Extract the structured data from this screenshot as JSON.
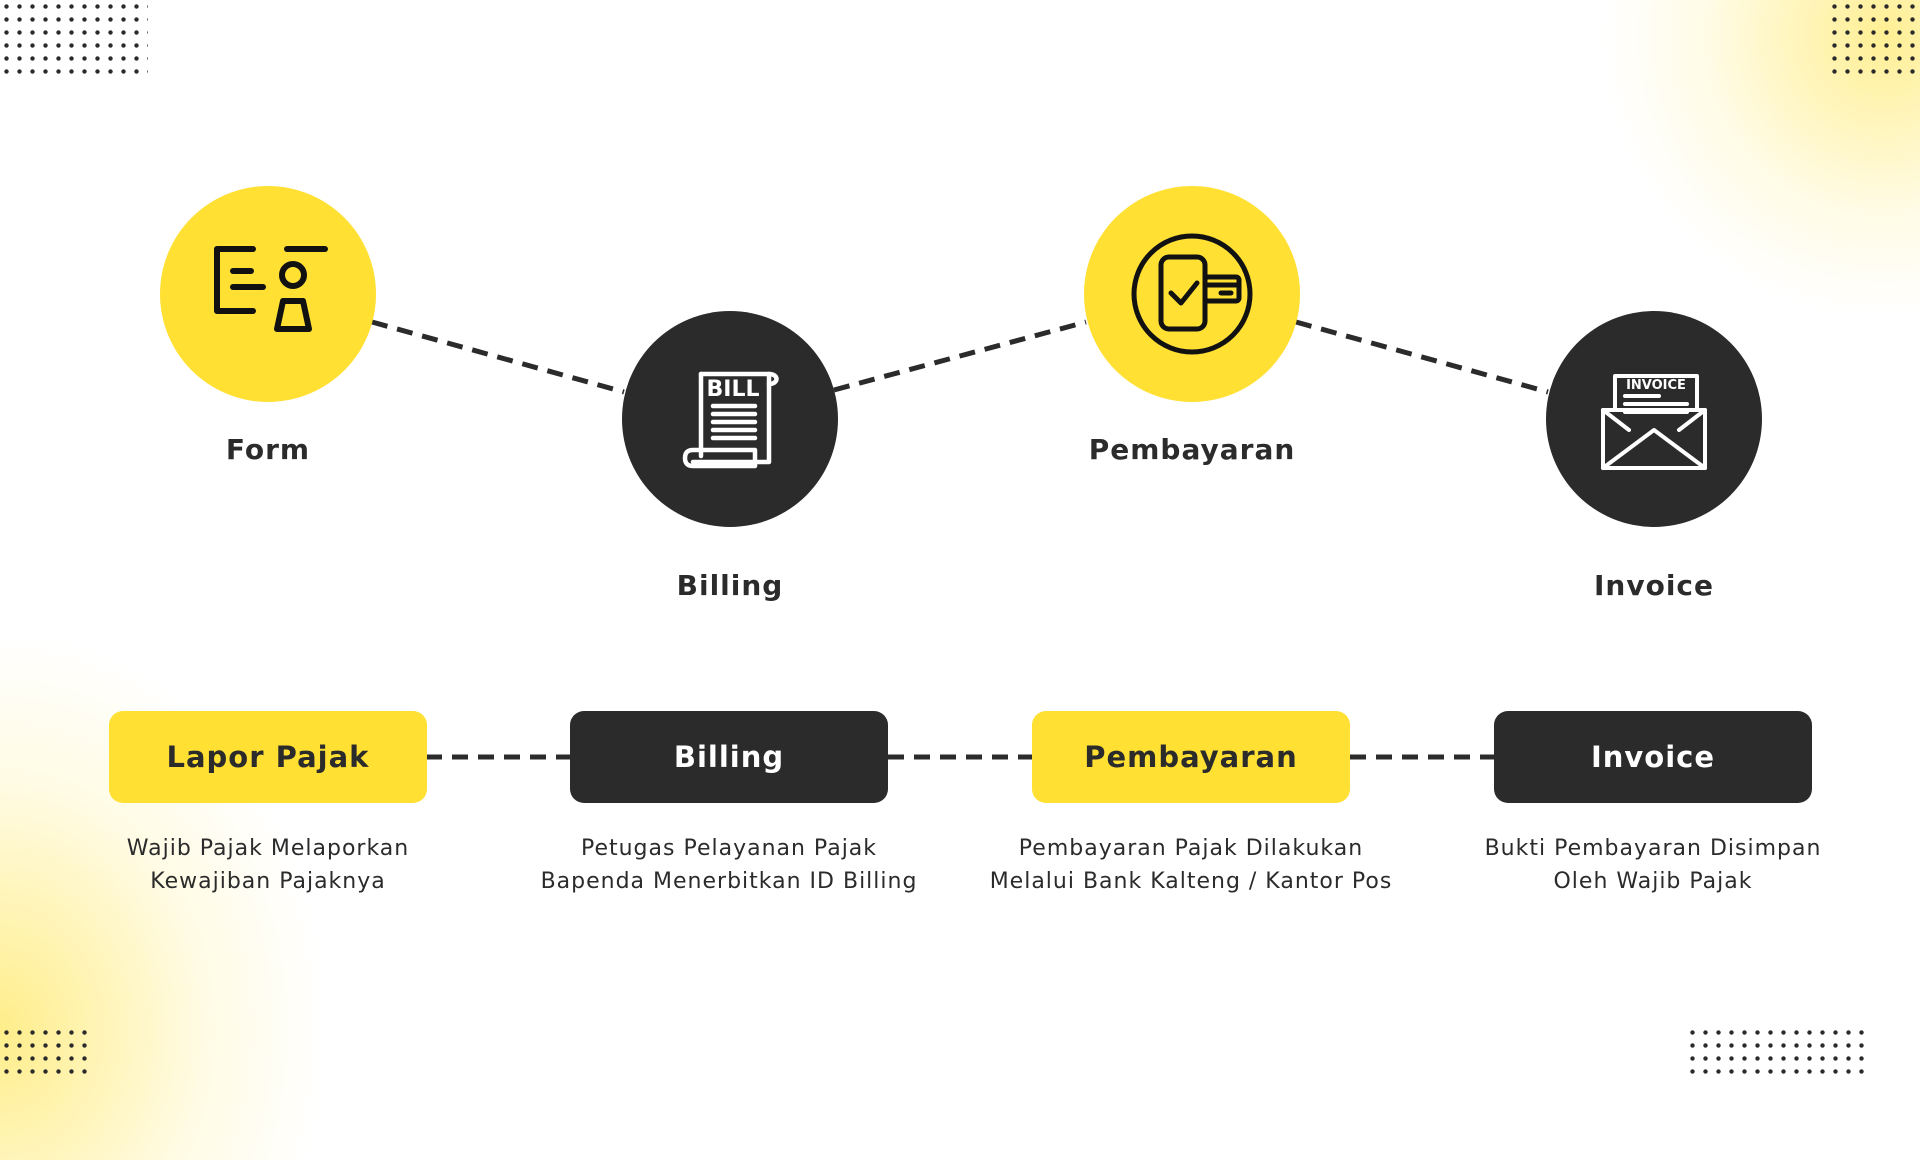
{
  "colors": {
    "accent": "#ffe033",
    "dark": "#2b2b2b",
    "background": "#ffffff"
  },
  "steps": [
    {
      "label": "Form",
      "icon": "form-user-icon",
      "style": "yellow"
    },
    {
      "label": "Billing",
      "icon": "bill-receipt-icon",
      "style": "dark",
      "icon_text": "BILL"
    },
    {
      "label": "Pembayaran",
      "icon": "phone-payment-icon",
      "style": "yellow"
    },
    {
      "label": "Invoice",
      "icon": "invoice-envelope-icon",
      "style": "dark",
      "icon_text": "INVOICE"
    }
  ],
  "timeline": [
    {
      "title": "Lapor Pajak",
      "style": "yellow",
      "desc": [
        "Wajib Pajak Melaporkan",
        "Kewajiban Pajaknya"
      ]
    },
    {
      "title": "Billing",
      "style": "dark",
      "desc": [
        "Petugas Pelayanan Pajak",
        "Bapenda Menerbitkan ID Billing"
      ]
    },
    {
      "title": "Pembayaran",
      "style": "yellow",
      "desc": [
        "Pembayaran Pajak Dilakukan",
        "Melalui Bank Kalteng / Kantor Pos"
      ]
    },
    {
      "title": "Invoice",
      "style": "dark",
      "desc": [
        "Bukti Pembayaran Disimpan",
        "Oleh Wajib Pajak"
      ]
    }
  ]
}
